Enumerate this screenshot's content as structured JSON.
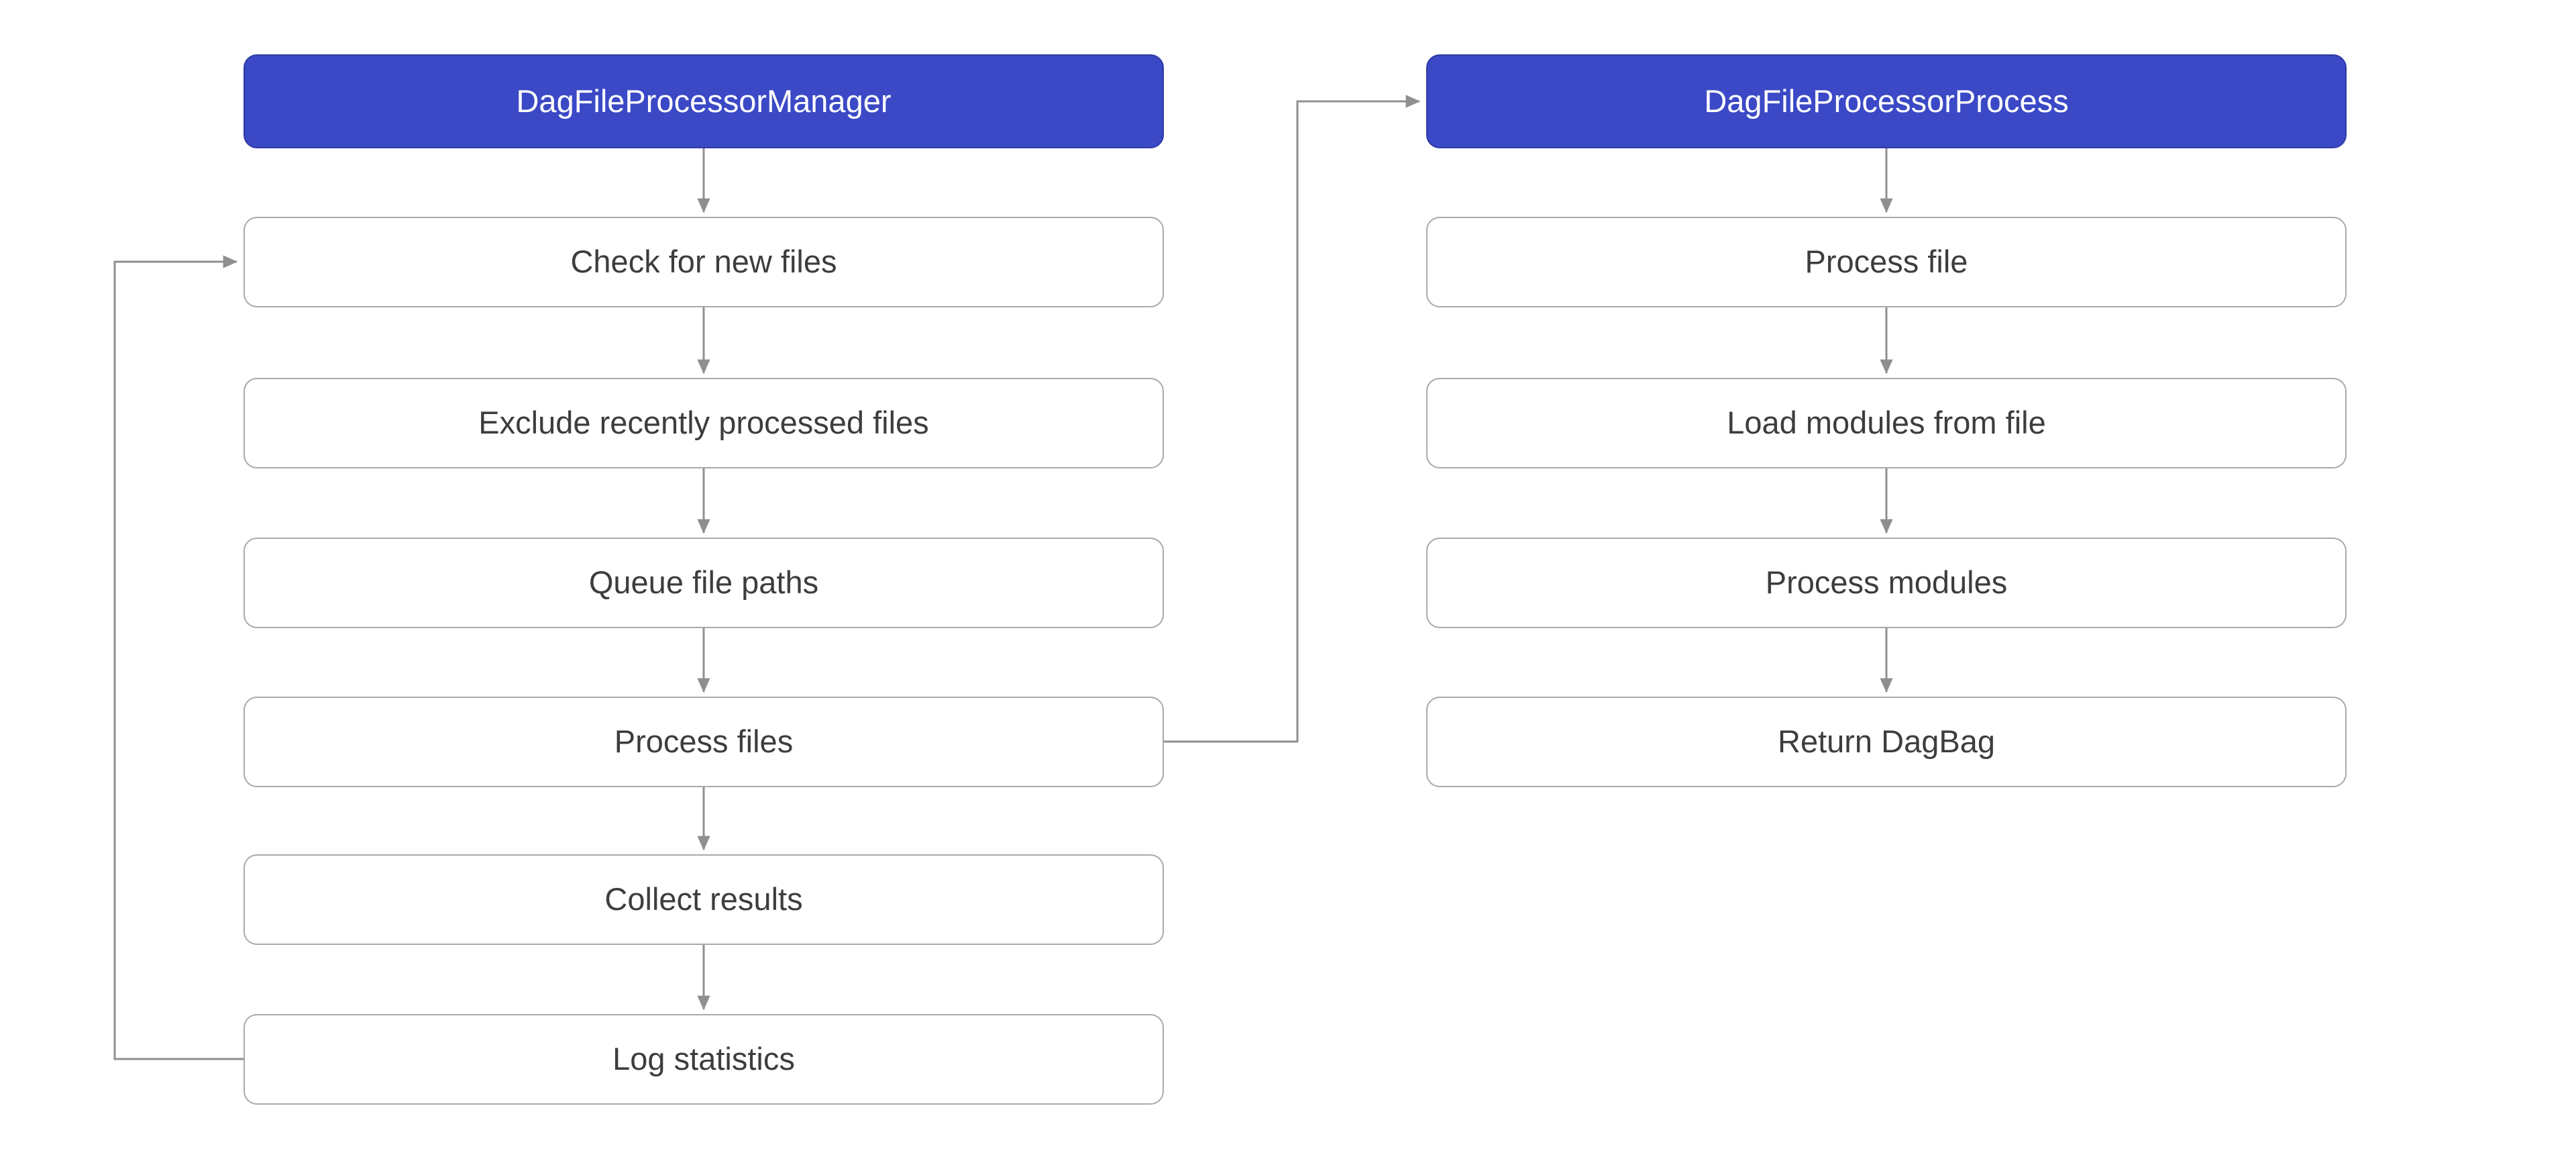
{
  "diagram": {
    "manager": {
      "title": "DagFileProcessorManager",
      "steps": [
        "Check for new files",
        "Exclude recently processed files",
        "Queue file paths",
        "Process files",
        "Collect results",
        "Log statistics"
      ]
    },
    "process": {
      "title": "DagFileProcessorProcess",
      "steps": [
        "Process file",
        "Load modules from file",
        "Process modules",
        "Return DagBag"
      ]
    },
    "colors": {
      "header_bg": "#3b49c6",
      "header_text": "#ffffff",
      "header_border": "#2e3aa5",
      "box_bg": "#ffffff",
      "box_border": "#a9a9a9",
      "box_text": "#3d3d3d",
      "arrow": "#8f8f8f",
      "background": "#ffffff"
    }
  }
}
